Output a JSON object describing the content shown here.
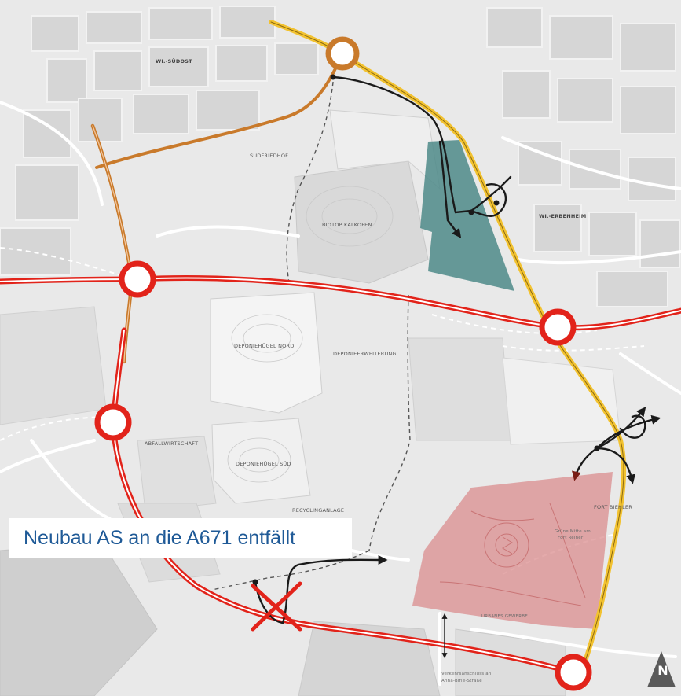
{
  "callout": {
    "text": "Neubau AS an die A671 entfällt"
  },
  "north_arrow": {
    "label": "N"
  },
  "labels": {
    "wi_suedost": "WI.-SÜDOST",
    "suedfriedhof": "SÜDFRIEDHOF",
    "biotop_kalkofen": "BIOTOP KALKOFEN",
    "wi_erbenheim": "WI.-ERBENHEIM",
    "deponiehuegel_nord": "DEPONIEHÜGEL NORD",
    "deponieerweiterung": "DEPONIEERWEITERUNG",
    "abfallwirtschaft": "ABFALLWIRTSCHAFT",
    "deponiehuegel_sued": "DEPONIEHÜGEL SÜD",
    "recyclinganlage": "RECYCLINGANLAGE",
    "fort_biehler": "FORT BIEHLER",
    "gruene_mitte_line1": "Grüne Mitte am",
    "gruene_mitte_line2": "Fort Reiner",
    "urbanes_gewerbe": "URBANES GEWERBE",
    "verkehrsanschluss_line1": "Verkehrsanschluss an",
    "verkehrsanschluss_line2": "Anna-Birle-Straße"
  },
  "colors": {
    "background": "#e9e9e9",
    "highway_red": "#e2231a",
    "orange_road": "#c97a2b",
    "yellow_road": "#f2c230",
    "teal_area": "#4e8a88",
    "pink_area": "#d9898a",
    "callout_text": "#1f5a97",
    "route_black": "#1a1a1a"
  }
}
